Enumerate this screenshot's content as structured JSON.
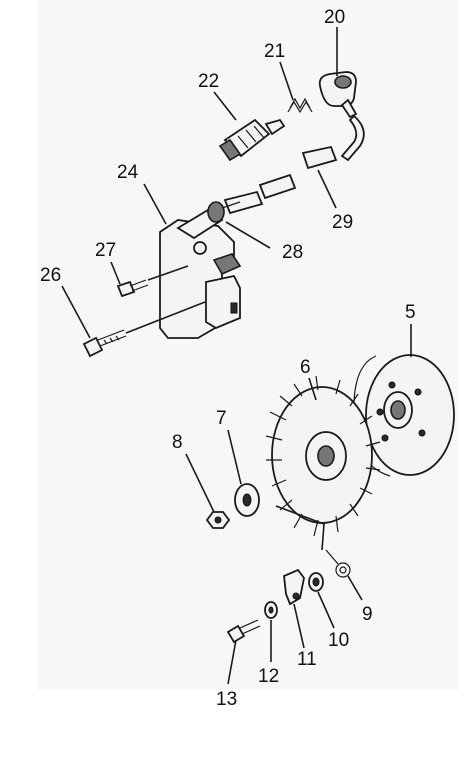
{
  "callouts": {
    "c5": "5",
    "c6": "6",
    "c7": "7",
    "c8": "8",
    "c9": "9",
    "c10": "10",
    "c11": "11",
    "c12": "12",
    "c13": "13",
    "c20": "20",
    "c21": "21",
    "c22": "22",
    "c24": "24",
    "c26": "26",
    "c27": "27",
    "c28": "28",
    "c29": "29"
  }
}
